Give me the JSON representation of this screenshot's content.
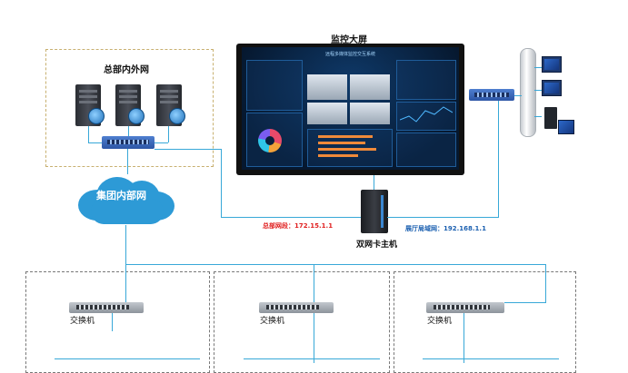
{
  "labels": {
    "hq_network": "总部内外网",
    "monitor_title": "监控大屏",
    "group_network": "集团内部网",
    "hq_segment": "总部网段：172.15.1.1",
    "host_name": "双网卡主机",
    "hall_lan": "展厅局域网：192.168.1.1",
    "switch_1": "交换机",
    "switch_2": "交换机",
    "switch_3": "交换机"
  },
  "screen": {
    "header": "远程多媒体监控交互系统"
  },
  "colors": {
    "link_line": "#38a8d8",
    "hq_segment_text": "#e02020",
    "hall_lan_text": "#1a5fb0",
    "cloud_fill": "#2d9ad6",
    "switch_blue": "#2c55a5"
  },
  "icons": [
    "server-icon",
    "globe-icon",
    "switch-icon",
    "cloud-icon",
    "monitor-icon",
    "host-tower-icon",
    "pc-icon",
    "pipe-icon"
  ]
}
